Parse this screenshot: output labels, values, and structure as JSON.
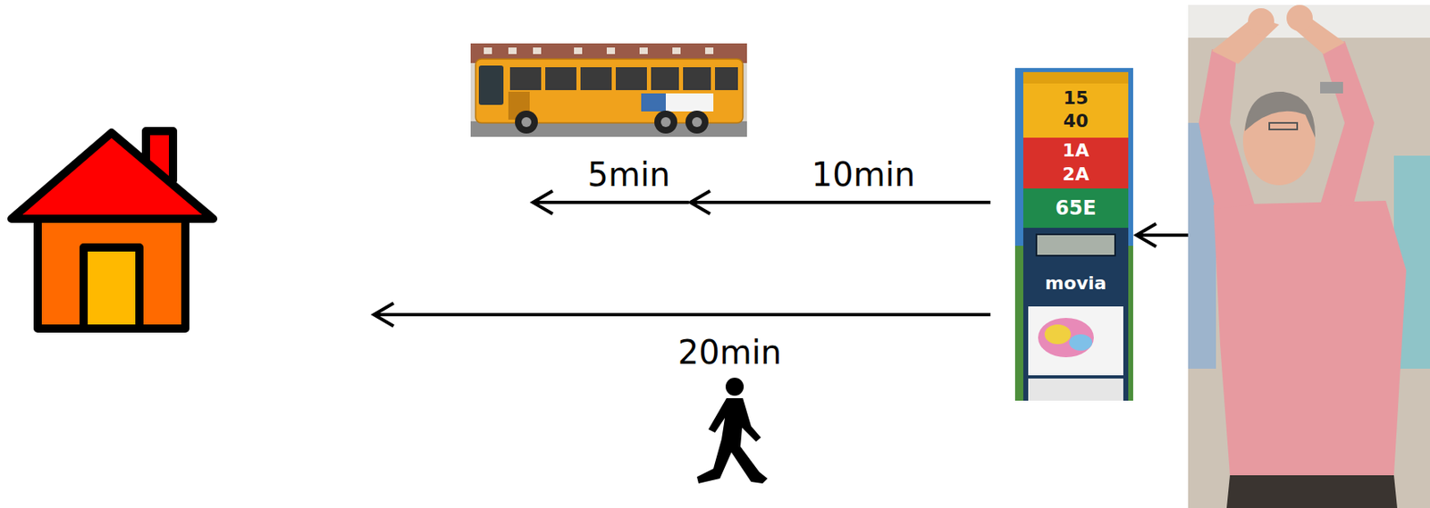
{
  "diagram": {
    "labels": [
      "5min",
      "10min",
      "20min",
      "15",
      "40",
      "1A",
      "2A",
      "65E",
      "movia"
    ]
  }
}
